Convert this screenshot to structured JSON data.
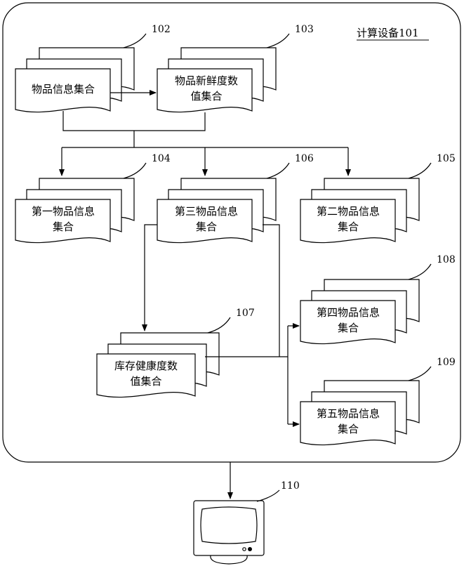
{
  "device_label": "计算设备101",
  "docs": {
    "d102": {
      "ref": "102",
      "lines": [
        "物品信息集合"
      ]
    },
    "d103": {
      "ref": "103",
      "lines": [
        "物品新鲜度数",
        "值集合"
      ]
    },
    "d104": {
      "ref": "104",
      "lines": [
        "第一物品信息",
        "集合"
      ]
    },
    "d106": {
      "ref": "106",
      "lines": [
        "第三物品信息",
        "集合"
      ]
    },
    "d105": {
      "ref": "105",
      "lines": [
        "第二物品信息",
        "集合"
      ]
    },
    "d107": {
      "ref": "107",
      "lines": [
        "库存健康度数",
        "值集合"
      ]
    },
    "d108": {
      "ref": "108",
      "lines": [
        "第四物品信息",
        "集合"
      ]
    },
    "d109": {
      "ref": "109",
      "lines": [
        "第五物品信息",
        "集合"
      ]
    }
  },
  "monitor": {
    "ref": "110"
  }
}
